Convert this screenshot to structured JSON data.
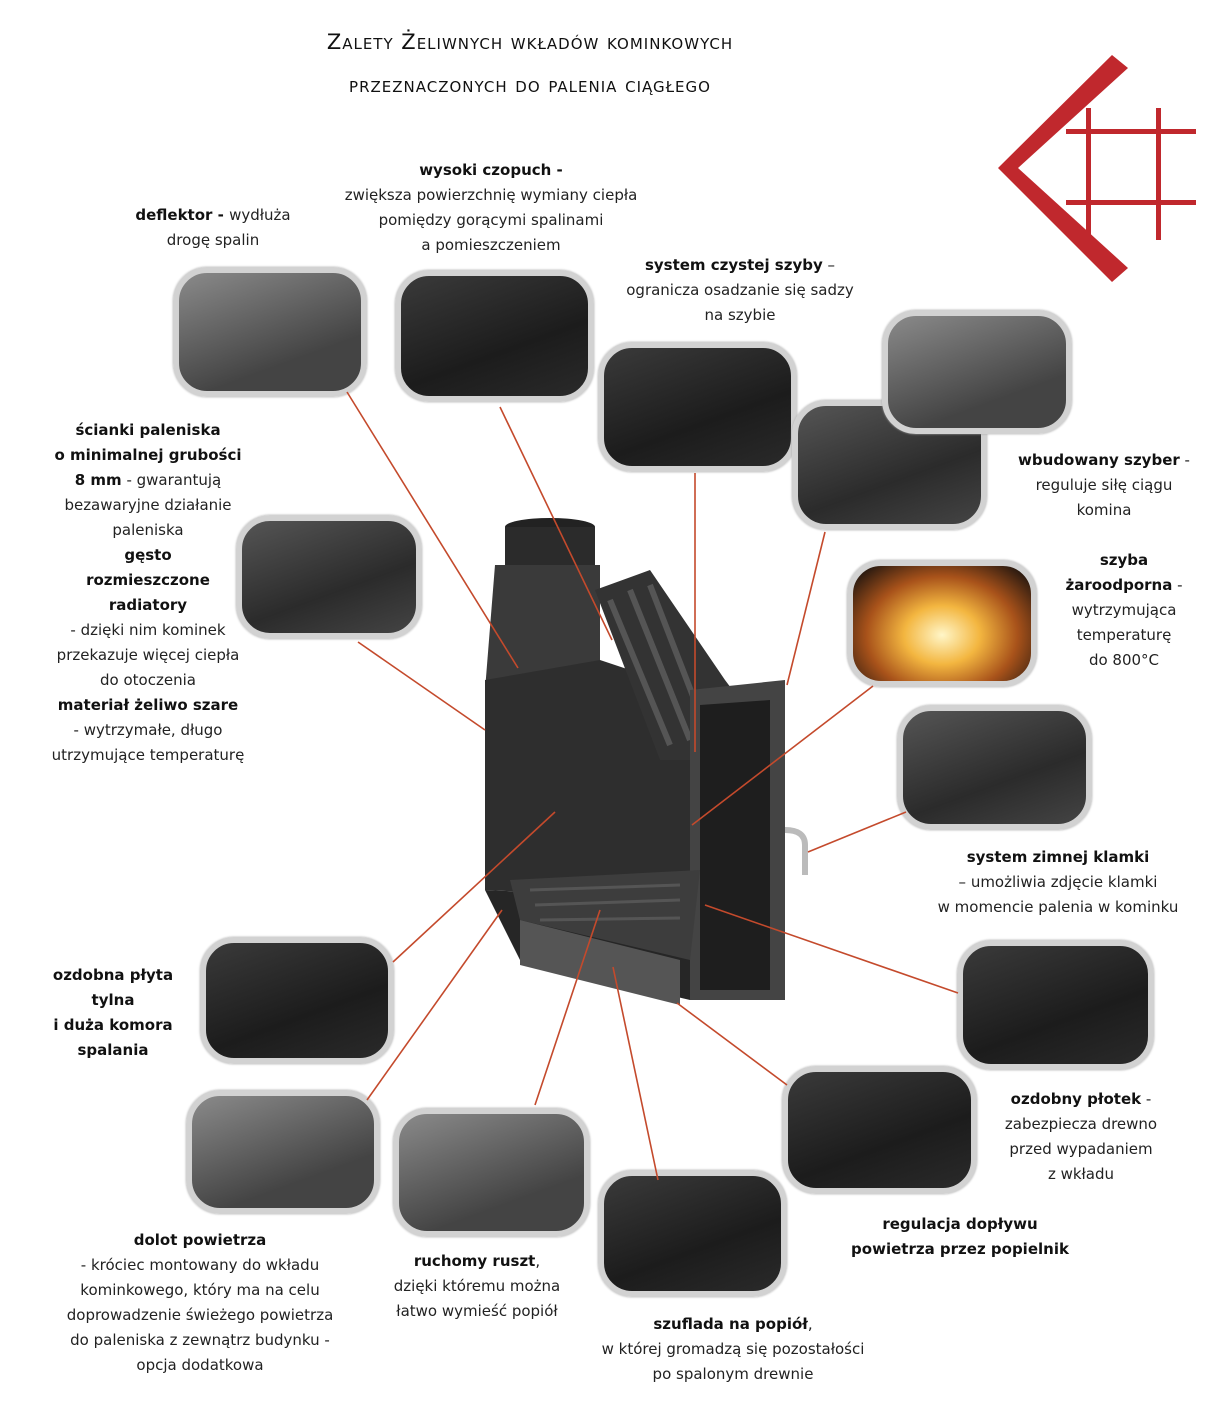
{
  "title": {
    "line1": "Zalety Żeliwnych wkładów kominkowych",
    "line2": "przeznaczonych do palenia ciągłego"
  },
  "colors": {
    "accent": "#c0282d",
    "leader": "#c44a2c",
    "frame": "#d2d2d2"
  },
  "callouts": [
    {
      "id": "wysoki-czopuch",
      "lines": [
        [
          {
            "t": "wysoki czopuch -",
            "b": 1
          }
        ],
        [
          {
            "t": "zwiększa powierzchnię wymiany ciepła"
          }
        ],
        [
          {
            "t": "pomiędzy gorącymi spalinami"
          }
        ],
        [
          {
            "t": "a pomieszczeniem"
          }
        ]
      ]
    },
    {
      "id": "deflektor",
      "lines": [
        [
          {
            "t": "deflektor - ",
            "b": 1
          },
          {
            "t": "wydłuża"
          }
        ],
        [
          {
            "t": "drogę spalin"
          }
        ]
      ]
    },
    {
      "id": "system-czystej-szyby",
      "lines": [
        [
          {
            "t": "system czystej szyby",
            "b": 1
          },
          {
            "t": " –"
          }
        ],
        [
          {
            "t": "ogranicza osadzanie się sadzy"
          }
        ],
        [
          {
            "t": "na szybie"
          }
        ]
      ]
    },
    {
      "id": "scianki-paleniska",
      "lines": [
        [
          {
            "t": "ścianki paleniska",
            "b": 1
          }
        ],
        [
          {
            "t": "o minimalnej grubości",
            "b": 1
          }
        ],
        [
          {
            "t": "8 mm",
            "b": 1
          },
          {
            "t": " - gwarantują"
          }
        ],
        [
          {
            "t": "bezawaryjne działanie"
          }
        ],
        [
          {
            "t": "paleniska"
          }
        ],
        [
          {
            "t": "gęsto",
            "b": 1
          }
        ],
        [
          {
            "t": "rozmieszczone",
            "b": 1
          }
        ],
        [
          {
            "t": "radiatory",
            "b": 1
          }
        ],
        [
          {
            "t": "- dzięki nim kominek"
          }
        ],
        [
          {
            "t": "przekazuje więcej ciepła"
          }
        ],
        [
          {
            "t": "do otoczenia"
          }
        ],
        [
          {
            "t": "materiał żeliwo szare",
            "b": 1
          }
        ],
        [
          {
            "t": "- wytrzymałe, długo"
          }
        ],
        [
          {
            "t": "utrzymujące temperaturę"
          }
        ]
      ]
    },
    {
      "id": "wbudowany-szyber",
      "lines": [
        [
          {
            "t": "wbudowany szyber",
            "b": 1
          },
          {
            "t": " -"
          }
        ],
        [
          {
            "t": "reguluje siłę ciągu"
          }
        ],
        [
          {
            "t": "komina"
          }
        ]
      ]
    },
    {
      "id": "szyba-zaroodporna",
      "lines": [
        [
          {
            "t": "szyba",
            "b": 1
          }
        ],
        [
          {
            "t": "żaroodporna",
            "b": 1
          },
          {
            "t": " -"
          }
        ],
        [
          {
            "t": "wytrzymująca"
          }
        ],
        [
          {
            "t": "temperaturę"
          }
        ],
        [
          {
            "t": "do 800°C"
          }
        ]
      ]
    },
    {
      "id": "system-zimnej-klamki",
      "lines": [
        [
          {
            "t": "system zimnej klamki",
            "b": 1
          }
        ],
        [
          {
            "t": "– umożliwia zdjęcie klamki"
          }
        ],
        [
          {
            "t": "w momencie palenia w kominku"
          }
        ]
      ]
    },
    {
      "id": "ozdobna-plyta-tylna",
      "lines": [
        [
          {
            "t": "ozdobna płyta",
            "b": 1
          }
        ],
        [
          {
            "t": "tylna",
            "b": 1
          }
        ],
        [
          {
            "t": "i duża komora",
            "b": 1
          }
        ],
        [
          {
            "t": "spalania",
            "b": 1
          }
        ]
      ]
    },
    {
      "id": "ozdobny-plotek",
      "lines": [
        [
          {
            "t": "ozdobny płotek",
            "b": 1
          },
          {
            "t": " -"
          }
        ],
        [
          {
            "t": "zabezpiecza drewno"
          }
        ],
        [
          {
            "t": "przed wypadaniem"
          }
        ],
        [
          {
            "t": "z wkładu"
          }
        ]
      ]
    },
    {
      "id": "regulacja-doplywu",
      "lines": [
        [
          {
            "t": "regulacja dopływu",
            "b": 1
          }
        ],
        [
          {
            "t": "powietrza przez popielnik",
            "b": 1
          }
        ]
      ]
    },
    {
      "id": "dolot-powietrza",
      "lines": [
        [
          {
            "t": "dolot powietrza",
            "b": 1
          }
        ],
        [
          {
            "t": "- króciec montowany do wkładu"
          }
        ],
        [
          {
            "t": "kominkowego, który ma na celu"
          }
        ],
        [
          {
            "t": "doprowadzenie świeżego powietrza"
          }
        ],
        [
          {
            "t": "do paleniska z zewnątrz budynku -"
          }
        ],
        [
          {
            "t": "opcja dodatkowa"
          }
        ]
      ]
    },
    {
      "id": "ruchomy-ruszt",
      "lines": [
        [
          {
            "t": "ruchomy ruszt",
            "b": 1
          },
          {
            "t": ","
          }
        ],
        [
          {
            "t": "dzięki któremu można"
          }
        ],
        [
          {
            "t": "łatwo wymieść popiół"
          }
        ]
      ]
    },
    {
      "id": "szuflada-na-popiol",
      "lines": [
        [
          {
            "t": "szuflada na popiół",
            "b": 1
          },
          {
            "t": ","
          }
        ],
        [
          {
            "t": "w której gromadzą się pozostałości"
          }
        ],
        [
          {
            "t": "po spalonym drewnie"
          }
        ]
      ]
    }
  ]
}
